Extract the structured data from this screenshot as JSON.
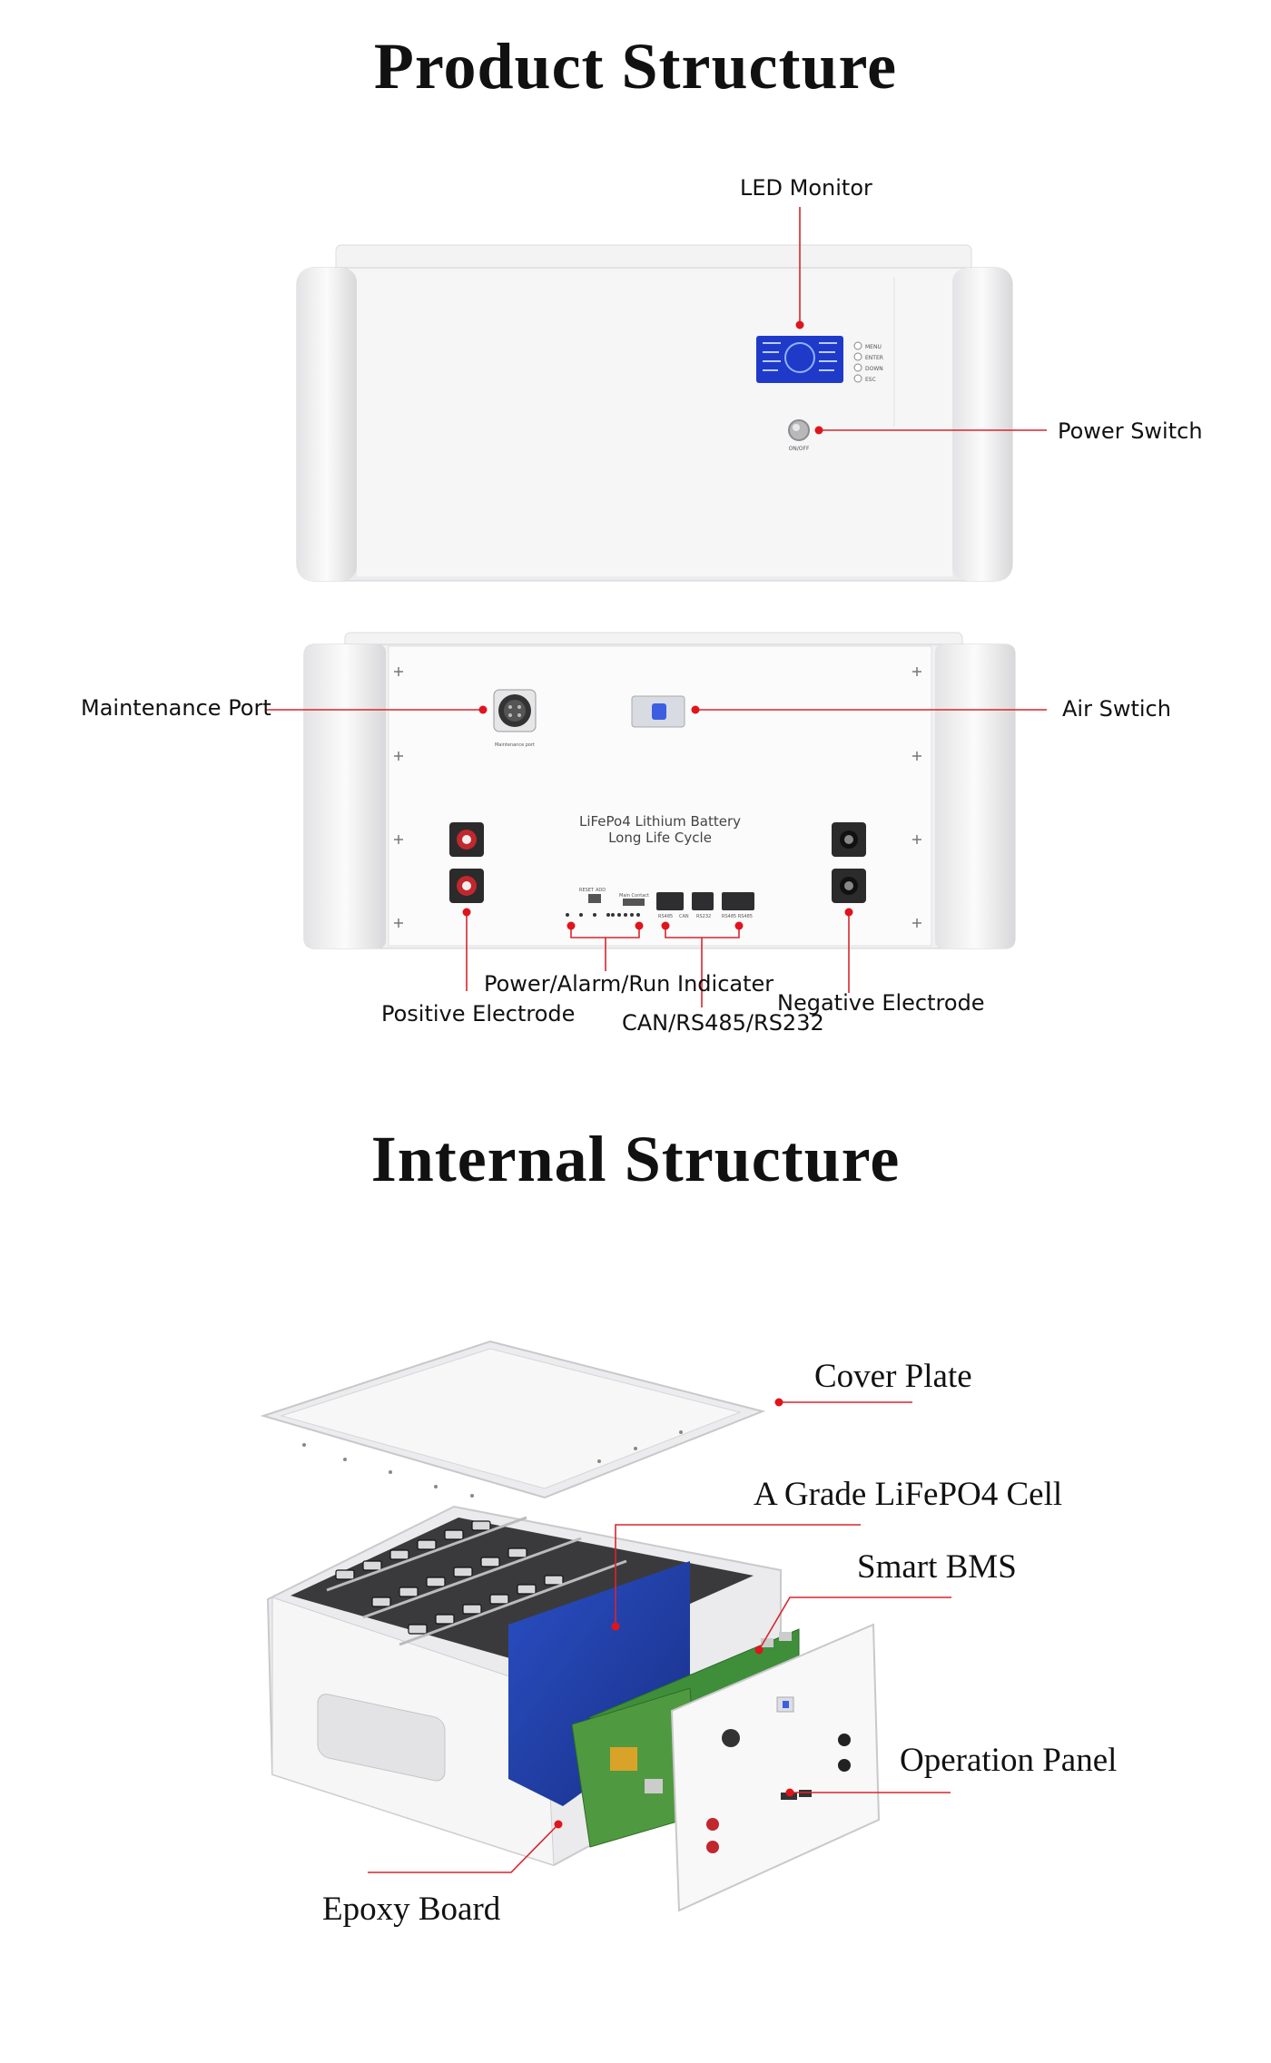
{
  "product_structure": {
    "title": "Product Structure",
    "front_panel": {
      "screen_buttons": [
        "MENU",
        "ENTER",
        "DOWN",
        "ESC"
      ],
      "switch_text": "ON/OFF"
    },
    "rear_panel": {
      "product_text": "LiFePo4 Lithium Battery",
      "product_subtext": "Long Life Cycle",
      "port_text": "Maintenance port",
      "small_labels": [
        "RESET",
        "ADD",
        "Main Contact",
        "RS485",
        "CAN",
        "RS232",
        "RS485 RS485"
      ]
    },
    "callouts": {
      "led_monitor": "LED Monitor",
      "power_switch": "Power Switch",
      "maintenance_port": "Maintenance Port",
      "air_switch": "Air Swtich",
      "power_alarm_run": "Power/Alarm/Run Indicater",
      "positive_electrode": "Positive Electrode",
      "can_rs485_rs232": "CAN/RS485/RS232",
      "negative_electrode": "Negative Electrode"
    }
  },
  "internal_structure": {
    "title": "Internal Structure",
    "callouts": {
      "cover_plate": "Cover Plate",
      "a_grade_cell": "A Grade LiFePO4 Cell",
      "smart_bms": "Smart BMS",
      "operation_panel": "Operation Panel",
      "epoxy_board": "Epoxy Board"
    }
  },
  "colors": {
    "callout_line": "#d9252b",
    "callout_dot": "#e0141c",
    "screen": "#1f3ac9",
    "cell_blue": "#2346b4",
    "pcb_green": "#3f8f3a"
  }
}
